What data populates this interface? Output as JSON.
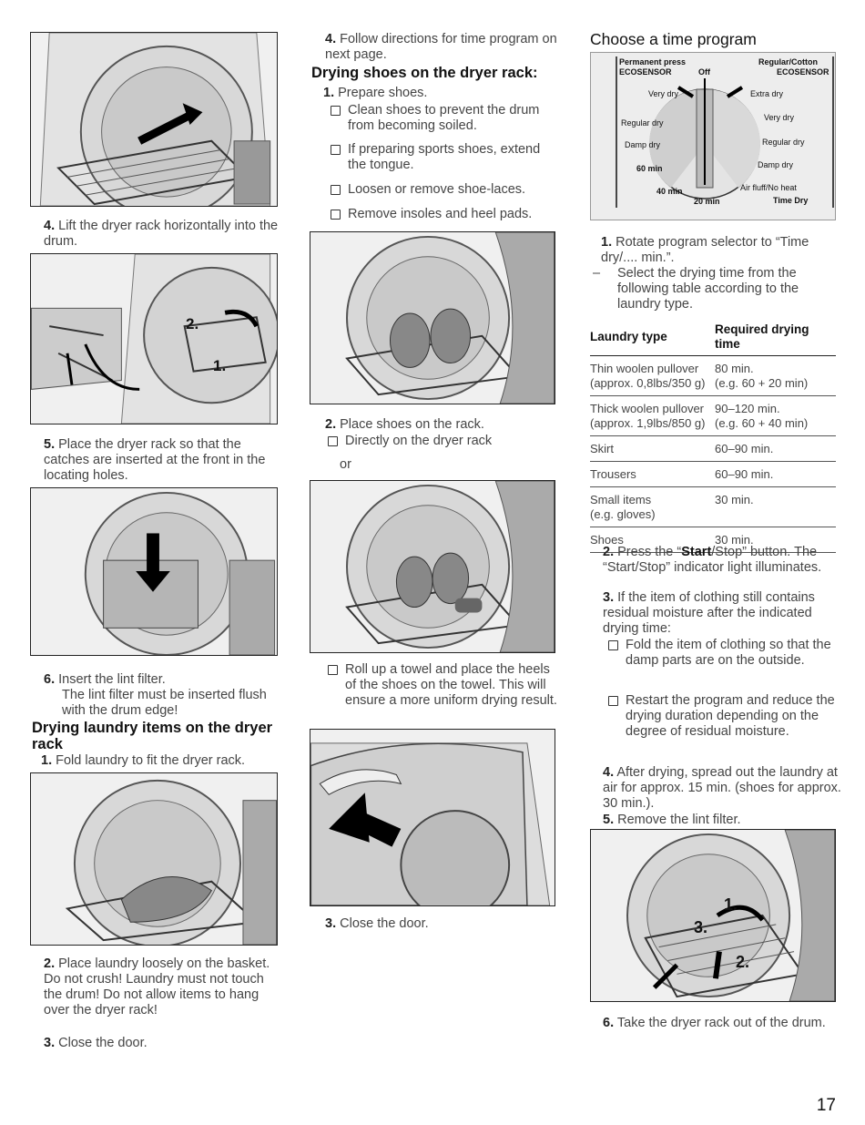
{
  "col1": {
    "step4": {
      "num": "4.",
      "text": "Lift the dryer rack horizontally into the drum."
    },
    "step5": {
      "num": "5.",
      "text": "Place the dryer rack so that the catches are inserted at the front in the locating holes."
    },
    "fig5_labels": {
      "a": "2.",
      "b": "1."
    },
    "step6": {
      "num": "6.",
      "text": "Insert the lint filter.",
      "note": "The lint filter must be inserted flush with the drum edge!"
    },
    "heading": "Drying laundry items on the dryer rack",
    "step1": {
      "num": "1.",
      "text": "Fold laundry to fit the dryer rack."
    },
    "step2": {
      "num": "2.",
      "text": "Place laundry loosely on the basket. Do not crush! Laundry must not touch the drum! Do not allow items to hang over the dryer rack!"
    },
    "step3": {
      "num": "3.",
      "text": "Close the door."
    }
  },
  "col2": {
    "step4": {
      "num": "4.",
      "text": "Follow directions for time program on next page."
    },
    "heading": "Drying shoes on the dryer rack:",
    "step1": {
      "num": "1.",
      "text": "Prepare shoes."
    },
    "checks1": [
      "Clean shoes to prevent the drum from becoming soiled.",
      "If preparing sports shoes, extend the tongue.",
      "Loosen or remove shoe-laces.",
      "Remove insoles and heel pads."
    ],
    "step2": {
      "num": "2.",
      "text": "Place shoes on the rack."
    },
    "check2": "Directly on the dryer rack",
    "or": "or",
    "check3": "Roll up a towel and place the heels of the shoes on the towel. This will ensure a more uniform drying result.",
    "step3": {
      "num": "3.",
      "text": "Close the door."
    }
  },
  "col3": {
    "heading": "Choose a time program",
    "dial": {
      "perm_press": "Permanent press",
      "eco_left": "ECOSENSOR",
      "off": "Off",
      "regular_cotton": "Regular/Cotton",
      "eco_right": "ECOSENSOR",
      "very_dry_l": "Very dry",
      "extra_dry": "Extra dry",
      "regular_dry_l": "Regular dry",
      "very_dry_r": "Very dry",
      "damp_dry_l": "Damp dry",
      "regular_dry_r": "Regular dry",
      "m60": "60 min",
      "damp_dry_r": "Damp dry",
      "m40": "40 min",
      "air_fluff": "Air fluff/No heat",
      "m20": "20 min",
      "time_dry": "Time Dry"
    },
    "step1": {
      "num": "1.",
      "text": "Rotate program selector to “Time dry/.... min.”."
    },
    "dash": {
      "mark": "–",
      "text": "Select the drying time from the following table according to the laundry type."
    },
    "table": {
      "headers": [
        "Laundry type",
        "Required drying time"
      ],
      "rows": [
        {
          "a": "Thin woolen pullover",
          "a2": "(approx. 0,8lbs/350 g)",
          "b": "80 min.",
          "b2": "(e.g. 60 + 20 min)"
        },
        {
          "a": "Thick woolen pullover",
          "a2": "(approx. 1,9lbs/850 g)",
          "b": "90–120 min.",
          "b2": "(e.g. 60 + 40 min)"
        },
        {
          "a": "Skirt",
          "a2": "",
          "b": "60–90 min.",
          "b2": ""
        },
        {
          "a": "Trousers",
          "a2": "",
          "b": "60–90 min.",
          "b2": ""
        },
        {
          "a": "Small items",
          "a2": "(e.g. gloves)",
          "b": "30 min.",
          "b2": ""
        },
        {
          "a": "Shoes",
          "a2": "",
          "b": "30 min.",
          "b2": ""
        }
      ]
    },
    "step2": {
      "num": "2.",
      "pre": "Press the “",
      "bold": "Start",
      "post": "/Stop” button. The “Start/Stop” indicator light illuminates."
    },
    "step3": {
      "num": "3.",
      "text": "If the item of clothing still contains residual moisture after the indicated drying time:"
    },
    "checks3": [
      "Fold the item of clothing so that the damp parts are on the outside.",
      "Restart the program and reduce the drying duration depending on the degree of residual moisture."
    ],
    "step4": {
      "num": "4.",
      "text": "After drying, spread out the laundry at air for approx. 15 min. (shoes for approx. 30 min.)."
    },
    "step5": {
      "num": "5.",
      "text": "Remove the lint filter."
    },
    "fig_labels": {
      "a": "1.",
      "b": "2.",
      "c": "3."
    },
    "step6": {
      "num": "6.",
      "text": "Take the dryer rack out of the drum."
    }
  },
  "page_number": "17"
}
